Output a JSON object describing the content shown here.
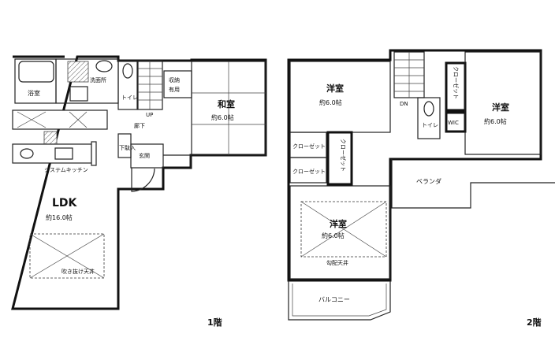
{
  "floor1": {
    "floor_label": "1階",
    "ldk_name": "LDK",
    "ldk_area": "約16.0帖",
    "ldk_ceiling": "吹き抜け天井",
    "bath": "浴室",
    "washroom": "洗面所",
    "toilet": "トイレ",
    "storage": "収納\n有用",
    "storage_l1": "収納",
    "storage_l2": "有用",
    "washitsu": "和室",
    "washitsu_area": "約6.0帖",
    "hallway": "廊下",
    "genkan": "玄関",
    "shoebox": "下駄入",
    "up": "UP",
    "kitchen": "システムキッチン"
  },
  "floor2": {
    "floor_label": "2階",
    "western_room": "洋室",
    "room_area": "約6.0帖",
    "closet": "クローゼット",
    "wic": "WIC",
    "toilet": "トイレ",
    "dn": "DN",
    "veranda": "ベランダ",
    "balcony": "バルコニー",
    "ceiling_note": "勾配天井"
  }
}
